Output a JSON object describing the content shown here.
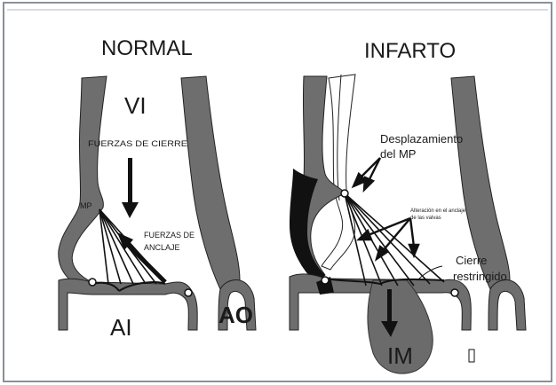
{
  "panels": {
    "normal": {
      "title": "NORMAL",
      "chamber_top": "VI",
      "closing_forces": "FUERZAS DE CIERRE",
      "anchoring_forces": [
        "FUERZAS DE",
        "ANCLAJE"
      ],
      "papillary_muscle": "MP",
      "atrium": "AI",
      "aorta": "AO"
    },
    "infarct": {
      "title": "INFARTO",
      "displacement": [
        "Desplazamiento",
        "del MP"
      ],
      "anchoring_alteration": [
        "Alteración en el anclaje",
        "de las valvas"
      ],
      "restricted_closure": [
        "Cierre",
        "restringido"
      ],
      "regurgitation": "IM"
    }
  },
  "colors": {
    "border": "#8a9099",
    "tissue": "#6e6e6e",
    "tissue_dark": "#111111",
    "regurgitant_jet": "#6b6b6b"
  }
}
